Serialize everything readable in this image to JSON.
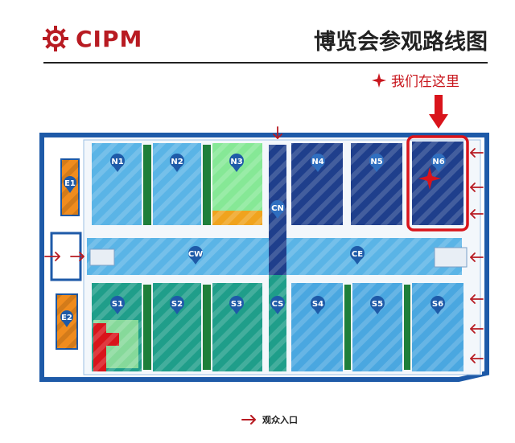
{
  "header": {
    "brand": "CIPM",
    "logo_icon": "gear-logo-icon",
    "title": "博览会参观路线图",
    "brand_color": "#b81b22"
  },
  "legend": {
    "you_are_here": "我们在这里",
    "entrance": "观众入口",
    "marker_color": "#c8161d"
  },
  "halls": {
    "east": [
      {
        "id": "E1",
        "label": "E1"
      },
      {
        "id": "E2",
        "label": "E2"
      }
    ],
    "north": [
      {
        "id": "N1",
        "label": "N1",
        "color": "#5ab4e6"
      },
      {
        "id": "N2",
        "label": "N2",
        "color": "#5ab4e6"
      },
      {
        "id": "N3",
        "label": "N3",
        "color": "#86e896"
      },
      {
        "id": "N4",
        "label": "N4",
        "color": "#1f3f8c"
      },
      {
        "id": "N5",
        "label": "N5",
        "color": "#1f3f8c"
      },
      {
        "id": "N6",
        "label": "N6",
        "color": "#1f3f8c",
        "highlighted": true
      }
    ],
    "south": [
      {
        "id": "S1",
        "label": "S1",
        "color": "#1f9e8a"
      },
      {
        "id": "S2",
        "label": "S2",
        "color": "#1f9e8a"
      },
      {
        "id": "S3",
        "label": "S3",
        "color": "#1f9e8a"
      },
      {
        "id": "S4",
        "label": "S4",
        "color": "#4aa7e0"
      },
      {
        "id": "S5",
        "label": "S5",
        "color": "#4aa7e0"
      },
      {
        "id": "S6",
        "label": "S6",
        "color": "#4aa7e0"
      }
    ],
    "corridors": [
      {
        "id": "CW",
        "label": "CW"
      },
      {
        "id": "CE",
        "label": "CE"
      },
      {
        "id": "CN",
        "label": "CN"
      },
      {
        "id": "CS",
        "label": "CS"
      }
    ]
  },
  "colors": {
    "frame": "#1e5aa8",
    "east_hall": "#f08c1e",
    "corridor": "#5ab4e6",
    "central_axis": "#1f3f8c",
    "green_strip": "#1e7f3a",
    "highlight": "#d9141b"
  }
}
